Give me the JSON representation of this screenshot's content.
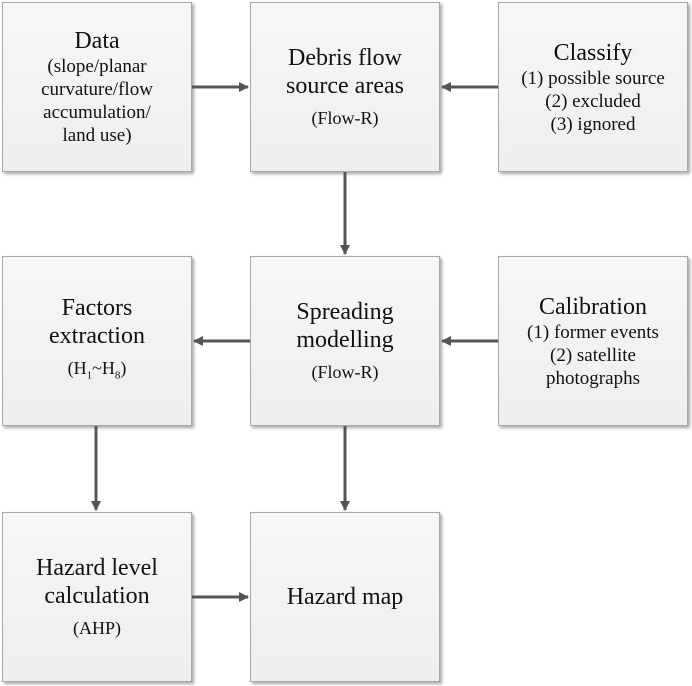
{
  "boxes": {
    "data": {
      "title": "Data",
      "lines": [
        "(slope/planar",
        "curvature/flow",
        "accumulation/",
        "land use)"
      ]
    },
    "source": {
      "title_lines": [
        "Debris flow",
        "source areas"
      ],
      "note": "(Flow-R)"
    },
    "classify": {
      "title": "Classify",
      "lines": [
        "(1) possible source",
        "(2) excluded",
        "(3) ignored"
      ]
    },
    "factors": {
      "title_lines": [
        "Factors",
        "extraction"
      ],
      "note_prefix": "(H",
      "note_sub1": "1",
      "note_mid": "~H",
      "note_sub2": "8",
      "note_suffix": ")"
    },
    "spreading": {
      "title_lines": [
        "Spreading",
        "modelling"
      ],
      "note": "(Flow-R)"
    },
    "calibration": {
      "title": "Calibration",
      "lines": [
        "(1) former events",
        "(2) satellite",
        "photographs"
      ]
    },
    "hazard_calc": {
      "title_lines": [
        "Hazard level",
        "calculation"
      ],
      "note": "(AHP)"
    },
    "hazard_map": {
      "title": "Hazard map"
    }
  },
  "colors": {
    "arrow": "#555555",
    "box_border": "#a9a9a9",
    "box_fill": "#f2f2f2"
  }
}
